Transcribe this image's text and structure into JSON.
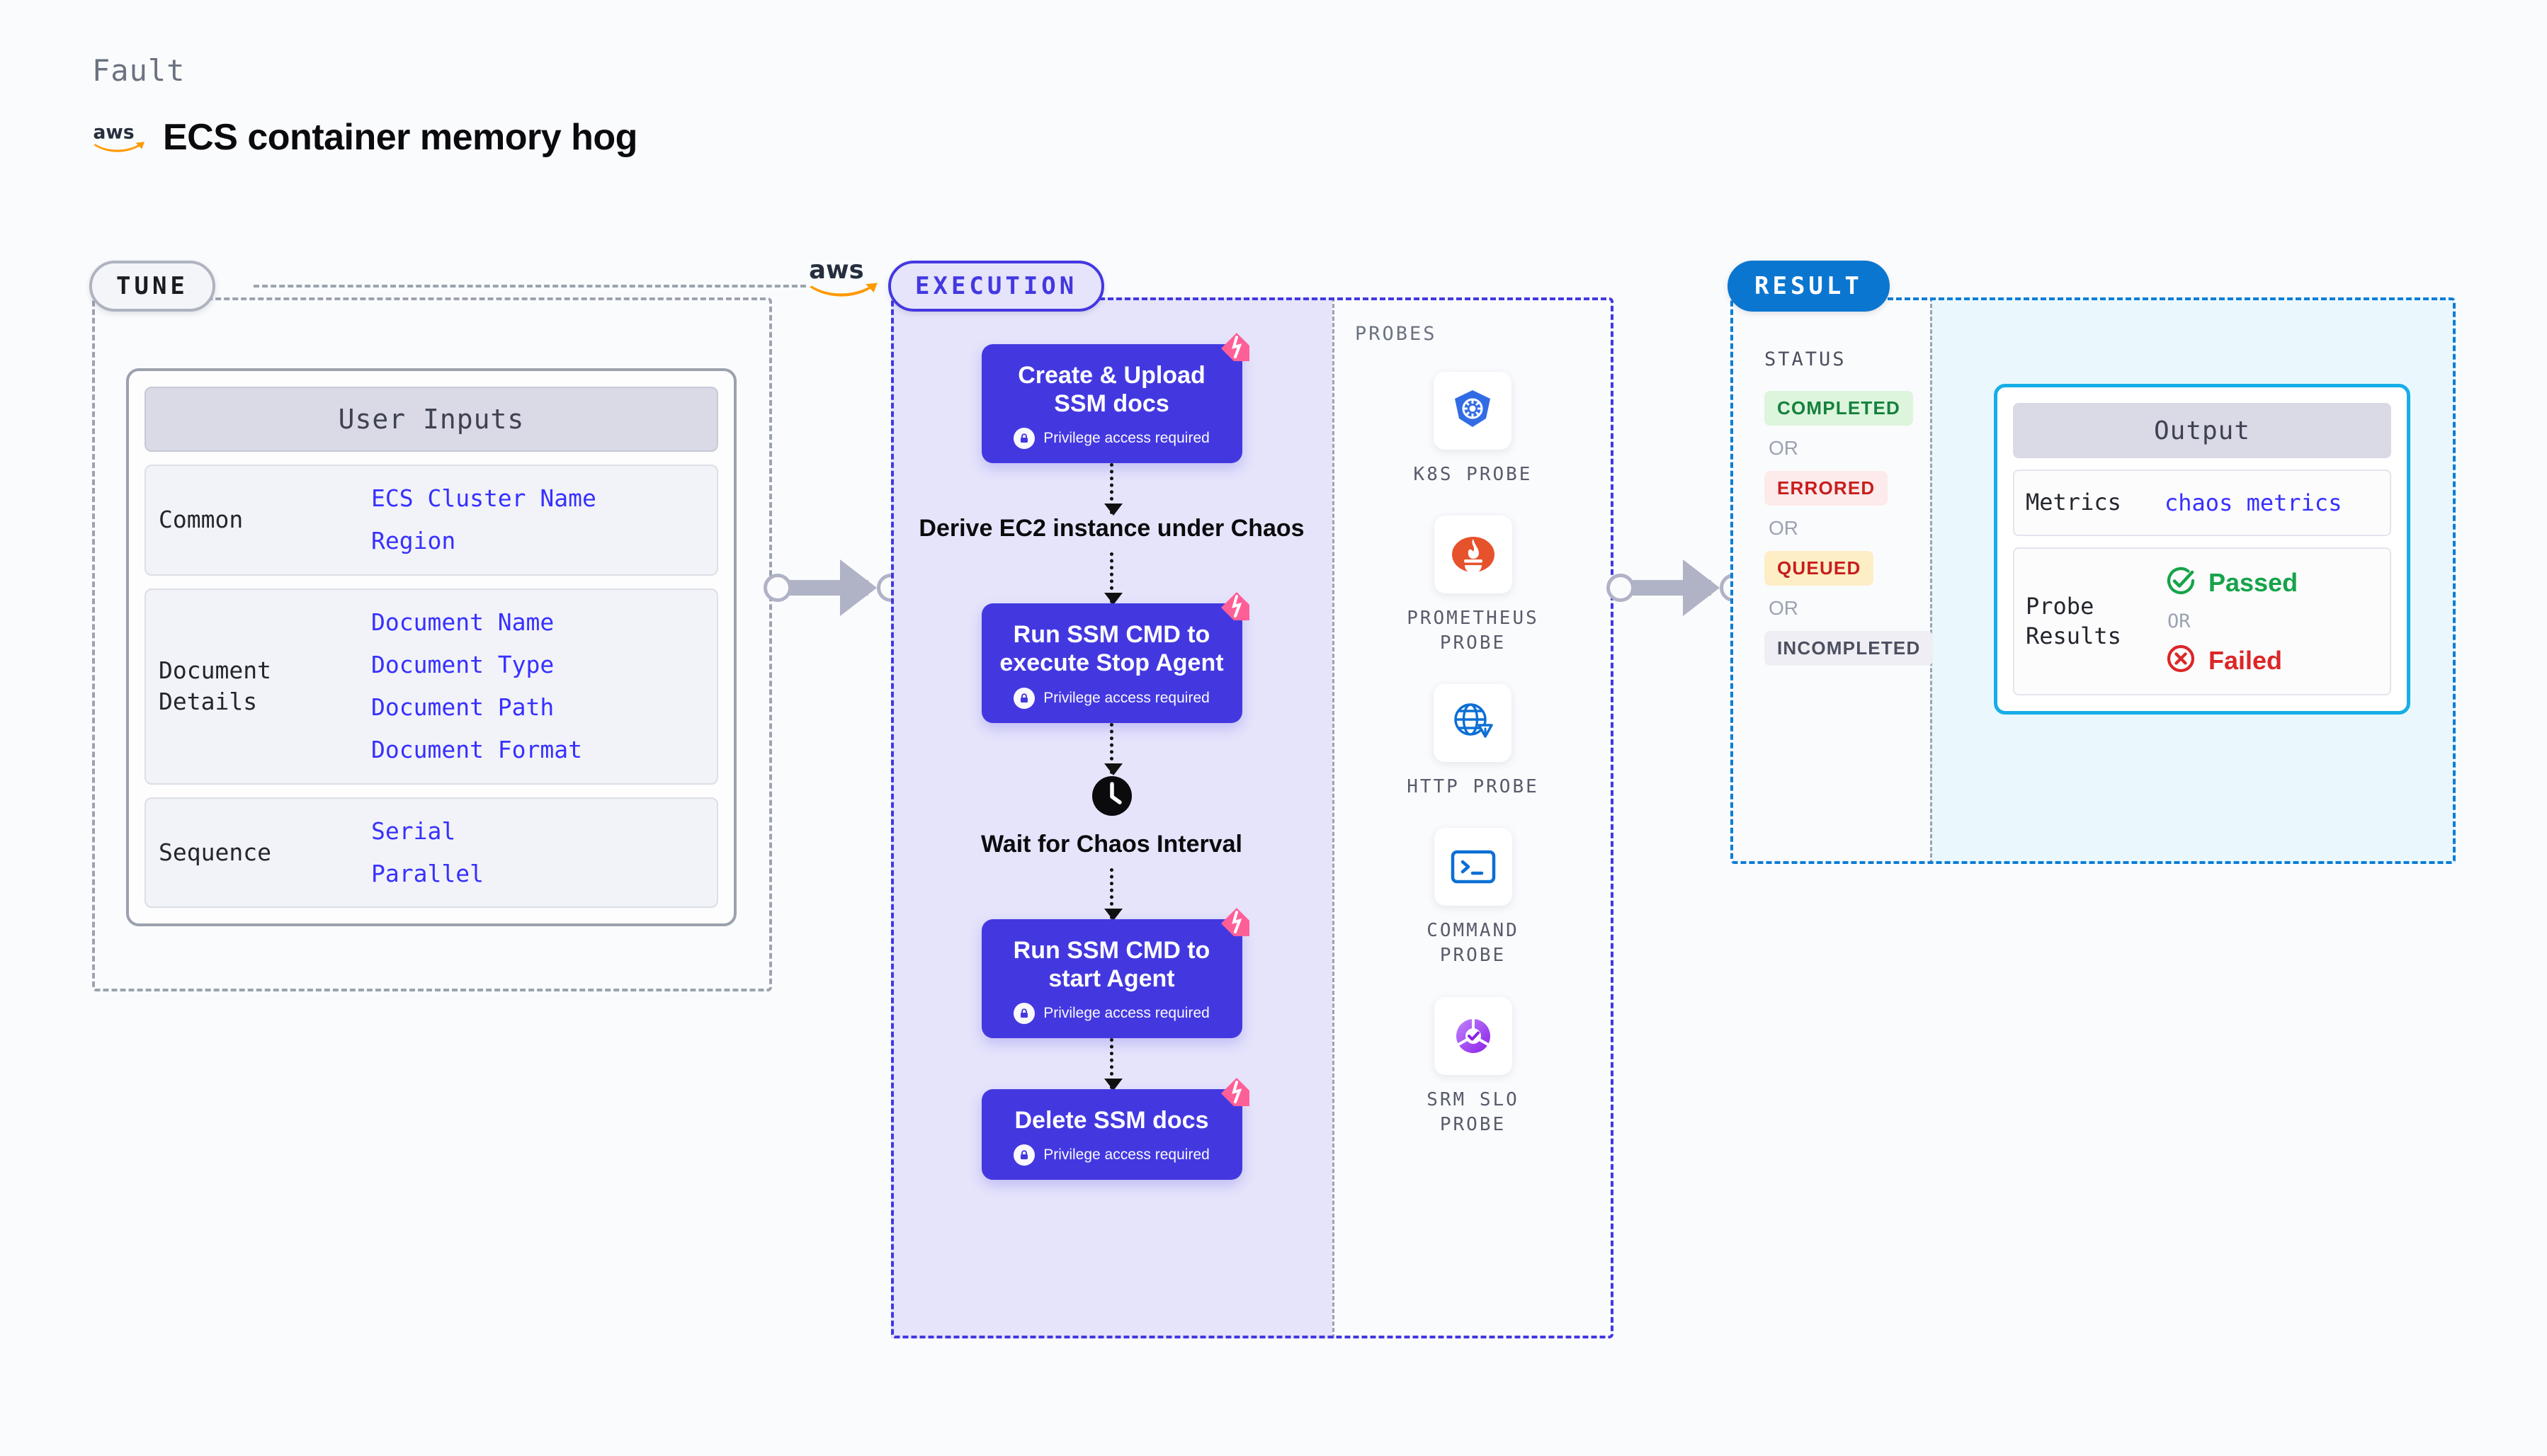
{
  "header": {
    "kicker": "Fault",
    "title": "ECS container memory hog",
    "logo_icon": "aws-logo-icon"
  },
  "tune": {
    "pill_label": "TUNE",
    "logo_icon": "aws-logo-icon",
    "card_title": "User Inputs",
    "rows": [
      {
        "label": "Common",
        "values": [
          "ECS Cluster Name",
          "Region"
        ]
      },
      {
        "label": "Document\nDetails",
        "values": [
          "Document Name",
          "Document Type",
          "Document Path",
          "Document Format"
        ]
      },
      {
        "label": "Sequence",
        "values": [
          "Serial",
          "Parallel"
        ]
      }
    ]
  },
  "execution": {
    "pill_label": "EXECUTION",
    "privilege_note": "Privilege access required",
    "steps": [
      {
        "type": "box",
        "title": "Create & Upload SSM docs",
        "privileged": true,
        "icon": "chaos-badge-icon"
      },
      {
        "type": "plain",
        "title": "Derive EC2 instance under Chaos",
        "privileged": false,
        "icon": ""
      },
      {
        "type": "box",
        "title": "Run SSM CMD to execute Stop Agent",
        "privileged": true,
        "icon": "chaos-badge-icon"
      },
      {
        "type": "plain",
        "title": "Wait for Chaos Interval",
        "privileged": false,
        "icon": "clock-icon"
      },
      {
        "type": "box",
        "title": "Run SSM CMD to start Agent",
        "privileged": true,
        "icon": "chaos-badge-icon"
      },
      {
        "type": "box",
        "title": "Delete SSM docs",
        "privileged": true,
        "icon": "chaos-badge-icon"
      }
    ],
    "probes_label": "PROBES",
    "probes": [
      {
        "name": "K8S PROBE",
        "icon": "kubernetes-icon"
      },
      {
        "name": "PROMETHEUS PROBE",
        "icon": "prometheus-icon"
      },
      {
        "name": "HTTP PROBE",
        "icon": "http-globe-warning-icon"
      },
      {
        "name": "COMMAND PROBE",
        "icon": "terminal-icon"
      },
      {
        "name": "SRM SLO PROBE",
        "icon": "srm-slo-icon"
      }
    ]
  },
  "result": {
    "pill_label": "RESULT",
    "status_label": "STATUS",
    "or_label": "OR",
    "statuses": [
      {
        "label": "COMPLETED",
        "bg": "#dcf5dc",
        "fg": "#15803d"
      },
      {
        "label": "ERRORED",
        "bg": "#fdeaea",
        "fg": "#c81e1e"
      },
      {
        "label": "QUEUED",
        "bg": "#fdeec5",
        "fg": "#c81e1e"
      },
      {
        "label": "INCOMPLETED",
        "bg": "#eeeef4",
        "fg": "#4b4f5e"
      }
    ],
    "output": {
      "title": "Output",
      "metrics_label": "Metrics",
      "metrics_value": "chaos metrics",
      "probe_results_label": "Probe\nResults",
      "passed_label": "Passed",
      "failed_label": "Failed",
      "or_label": "OR"
    }
  },
  "colors": {
    "indigo": "#4338e0",
    "indigo_fill": "#e5e4fb",
    "blue": "#0b76d0",
    "cyan_card": "#16aee6",
    "pink_badge": "#ff5f97",
    "gray_dash": "#9ca3af"
  }
}
